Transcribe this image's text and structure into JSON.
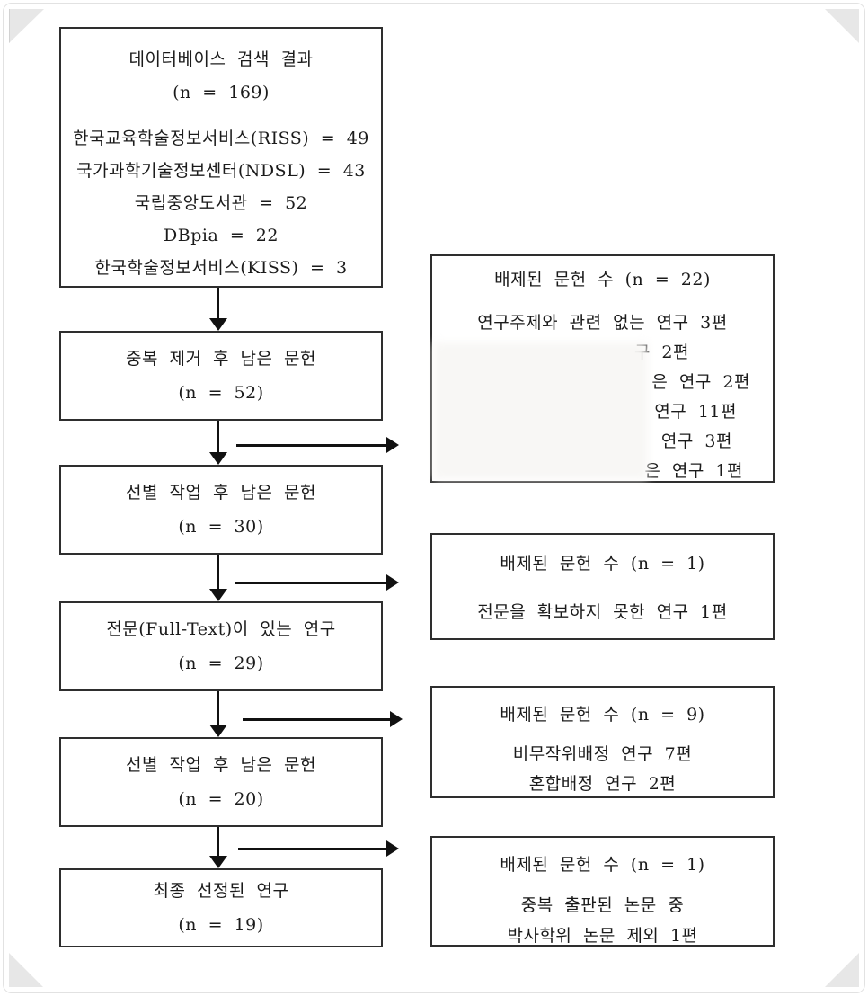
{
  "page": {
    "background": "#ffffff",
    "frame_border_color": "#e2e2e2",
    "corner_mark_color": "#e7e7e7",
    "box_border_color": "#2e2e2e",
    "arrow_color": "#111111",
    "text_color": "#1b1b1b"
  },
  "flow": {
    "main_boxes": [
      {
        "id": "database-search",
        "title": "데이터베이스 검색 결과",
        "count": "(n = 169)",
        "details": [
          "한국교육학술정보서비스(RISS) = 49",
          "국가과학기술정보센터(NDSL) = 43",
          "국립중앙도서관 = 52",
          "DBpia = 22",
          "한국학술정보서비스(KISS) = 3"
        ]
      },
      {
        "id": "after-dedup",
        "title": "중복 제거 후 남은 문헌",
        "count": "(n = 52)"
      },
      {
        "id": "after-screening-1",
        "title": "선별 작업 후 남은 문헌",
        "count": "(n = 30)"
      },
      {
        "id": "full-text",
        "title": "전문(Full-Text)이 있는 연구",
        "count": "(n = 29)"
      },
      {
        "id": "after-screening-2",
        "title": "선별 작업 후 남은 문헌",
        "count": "(n = 20)"
      },
      {
        "id": "final-selected",
        "title": "최종 선정된 연구",
        "count": "(n = 19)"
      }
    ],
    "exclusion_boxes": [
      {
        "id": "excluded-1",
        "header": "배제된 문헌 수 (n = 22)",
        "lines": [
          "연구주제와 관련 없는 연구 3편"
        ],
        "redacted": true,
        "redacted_visible_fragments": [
          "구 2편",
          "은 연구 2편",
          "연구 11편",
          "연구 3편",
          "은 연구 1편"
        ]
      },
      {
        "id": "excluded-2",
        "header": "배제된 문헌 수 (n = 1)",
        "lines": [
          "전문을 확보하지 못한 연구 1편"
        ]
      },
      {
        "id": "excluded-3",
        "header": "배제된 문헌 수 (n = 9)",
        "lines": [
          "비무작위배정 연구 7편",
          "혼합배정 연구 2편"
        ]
      },
      {
        "id": "excluded-4",
        "header": "배제된 문헌 수 (n = 1)",
        "lines": [
          "중복 출판된 논문 중",
          "박사학위 논문 제외 1편"
        ]
      }
    ]
  }
}
